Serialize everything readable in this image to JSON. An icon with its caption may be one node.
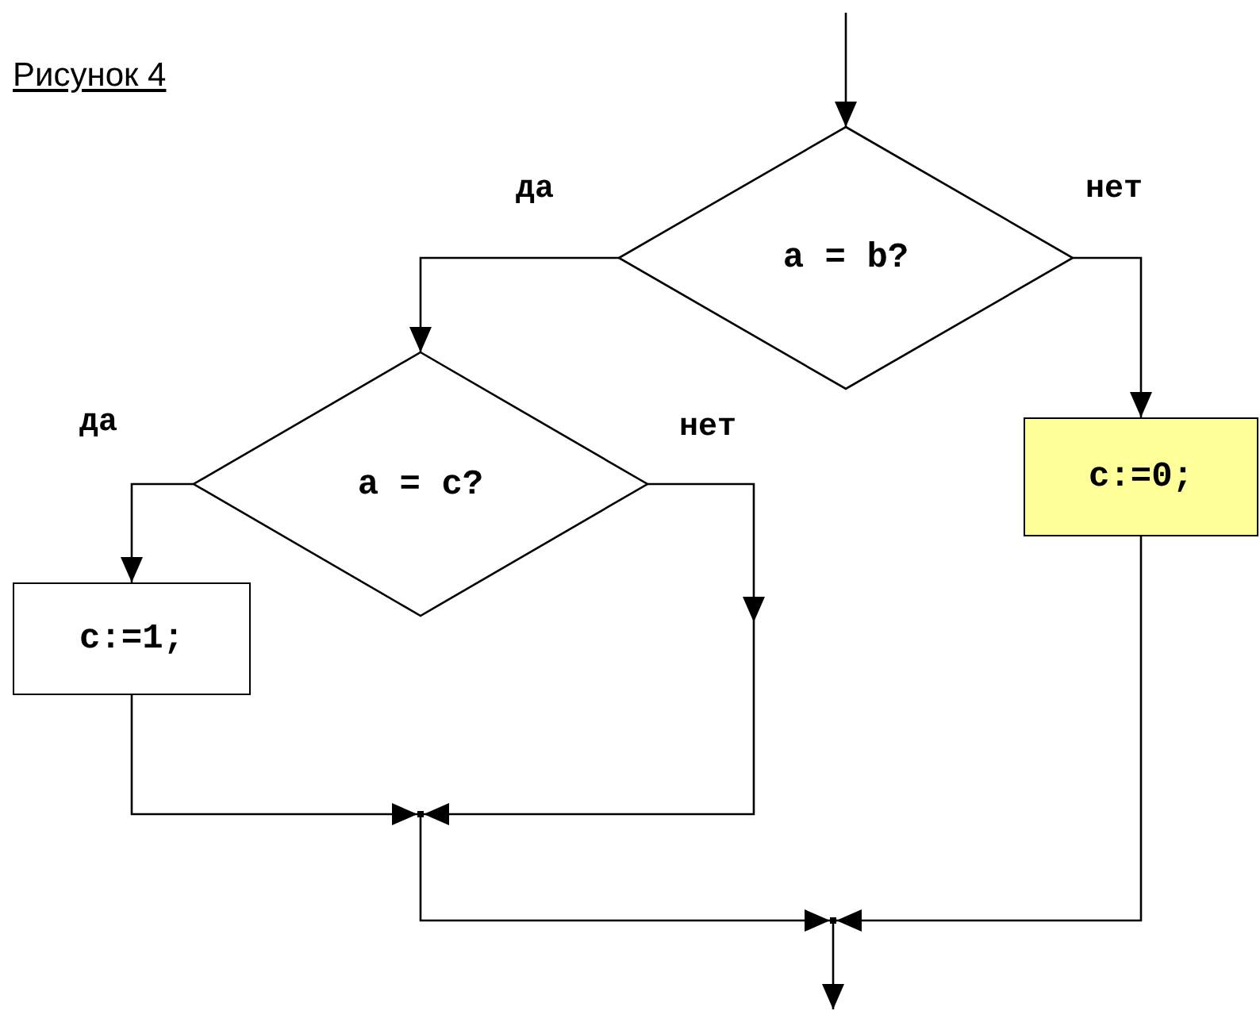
{
  "diagram": {
    "title": "Рисунок 4",
    "nodes": [
      {
        "text": [
          "a = b?"
        ]
      },
      {
        "text": [
          "a = c?"
        ]
      },
      {
        "text": [
          "c:=1;"
        ]
      },
      {
        "text": [
          "c:=0;"
        ]
      },
      {
        "text": [],
        "shape": "point"
      },
      {
        "text": [],
        "shape": "point"
      }
    ],
    "edges": [
      {
        "from": null,
        "to": 0,
        "arrow": "to"
      },
      {
        "from": 0,
        "to": 1,
        "arrow": "to",
        "label": "да"
      },
      {
        "from": 0,
        "to": 3,
        "arrow": "to",
        "label": "нет"
      },
      {
        "from": 1,
        "to": 2,
        "arrow": "to",
        "label": "да"
      },
      {
        "from": 1,
        "to": 4,
        "arrow": "to",
        "label": "нет"
      },
      {
        "from": 2,
        "to": 4,
        "arrow": "to"
      },
      {
        "from": 4,
        "to": 5,
        "arrow": "to"
      },
      {
        "from": 3,
        "to": 5,
        "arrow": "to"
      },
      {
        "from": 5,
        "to": null,
        "arrow": "to"
      }
    ]
  }
}
